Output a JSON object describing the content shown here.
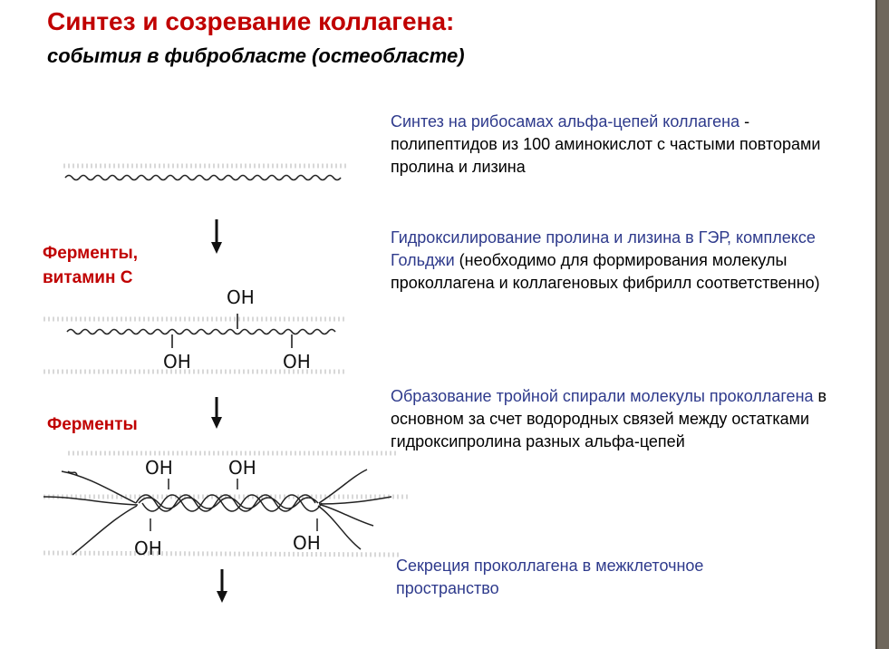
{
  "header": {
    "title": "Синтез и созревание коллагена:",
    "subtitle": "события в фибробласте (остеобласте)"
  },
  "enzymes": {
    "first_line1": "Ферменты,",
    "first_line2": "витамин С",
    "second": "Ферменты"
  },
  "diagram": {
    "oh_label": "OH"
  },
  "steps": [
    {
      "blue": "Синтез на рибосамах альфа-цепей коллагена",
      "rest": " - полипептидов из 100 аминокислот с частыми повторами пролина и лизина"
    },
    {
      "blue": "Гидроксилирование пролина и лизина  в ГЭР, комплексе Гольджи",
      "rest": " (необходимо для формирования молекулы проколлагена и коллагеновых фибрилл соответственно)"
    },
    {
      "blue": "Образование тройной спирали молекулы проколлагена",
      "rest": " в основном за счет водородных связей между остатками гидроксипролина разных альфа-цепей"
    },
    {
      "blue": "Секреция проколлагена в межклеточное пространство",
      "rest": ""
    }
  ],
  "colors": {
    "title": "#c00000",
    "step_blue": "#2e3a8c",
    "edge": "#6f675c"
  }
}
